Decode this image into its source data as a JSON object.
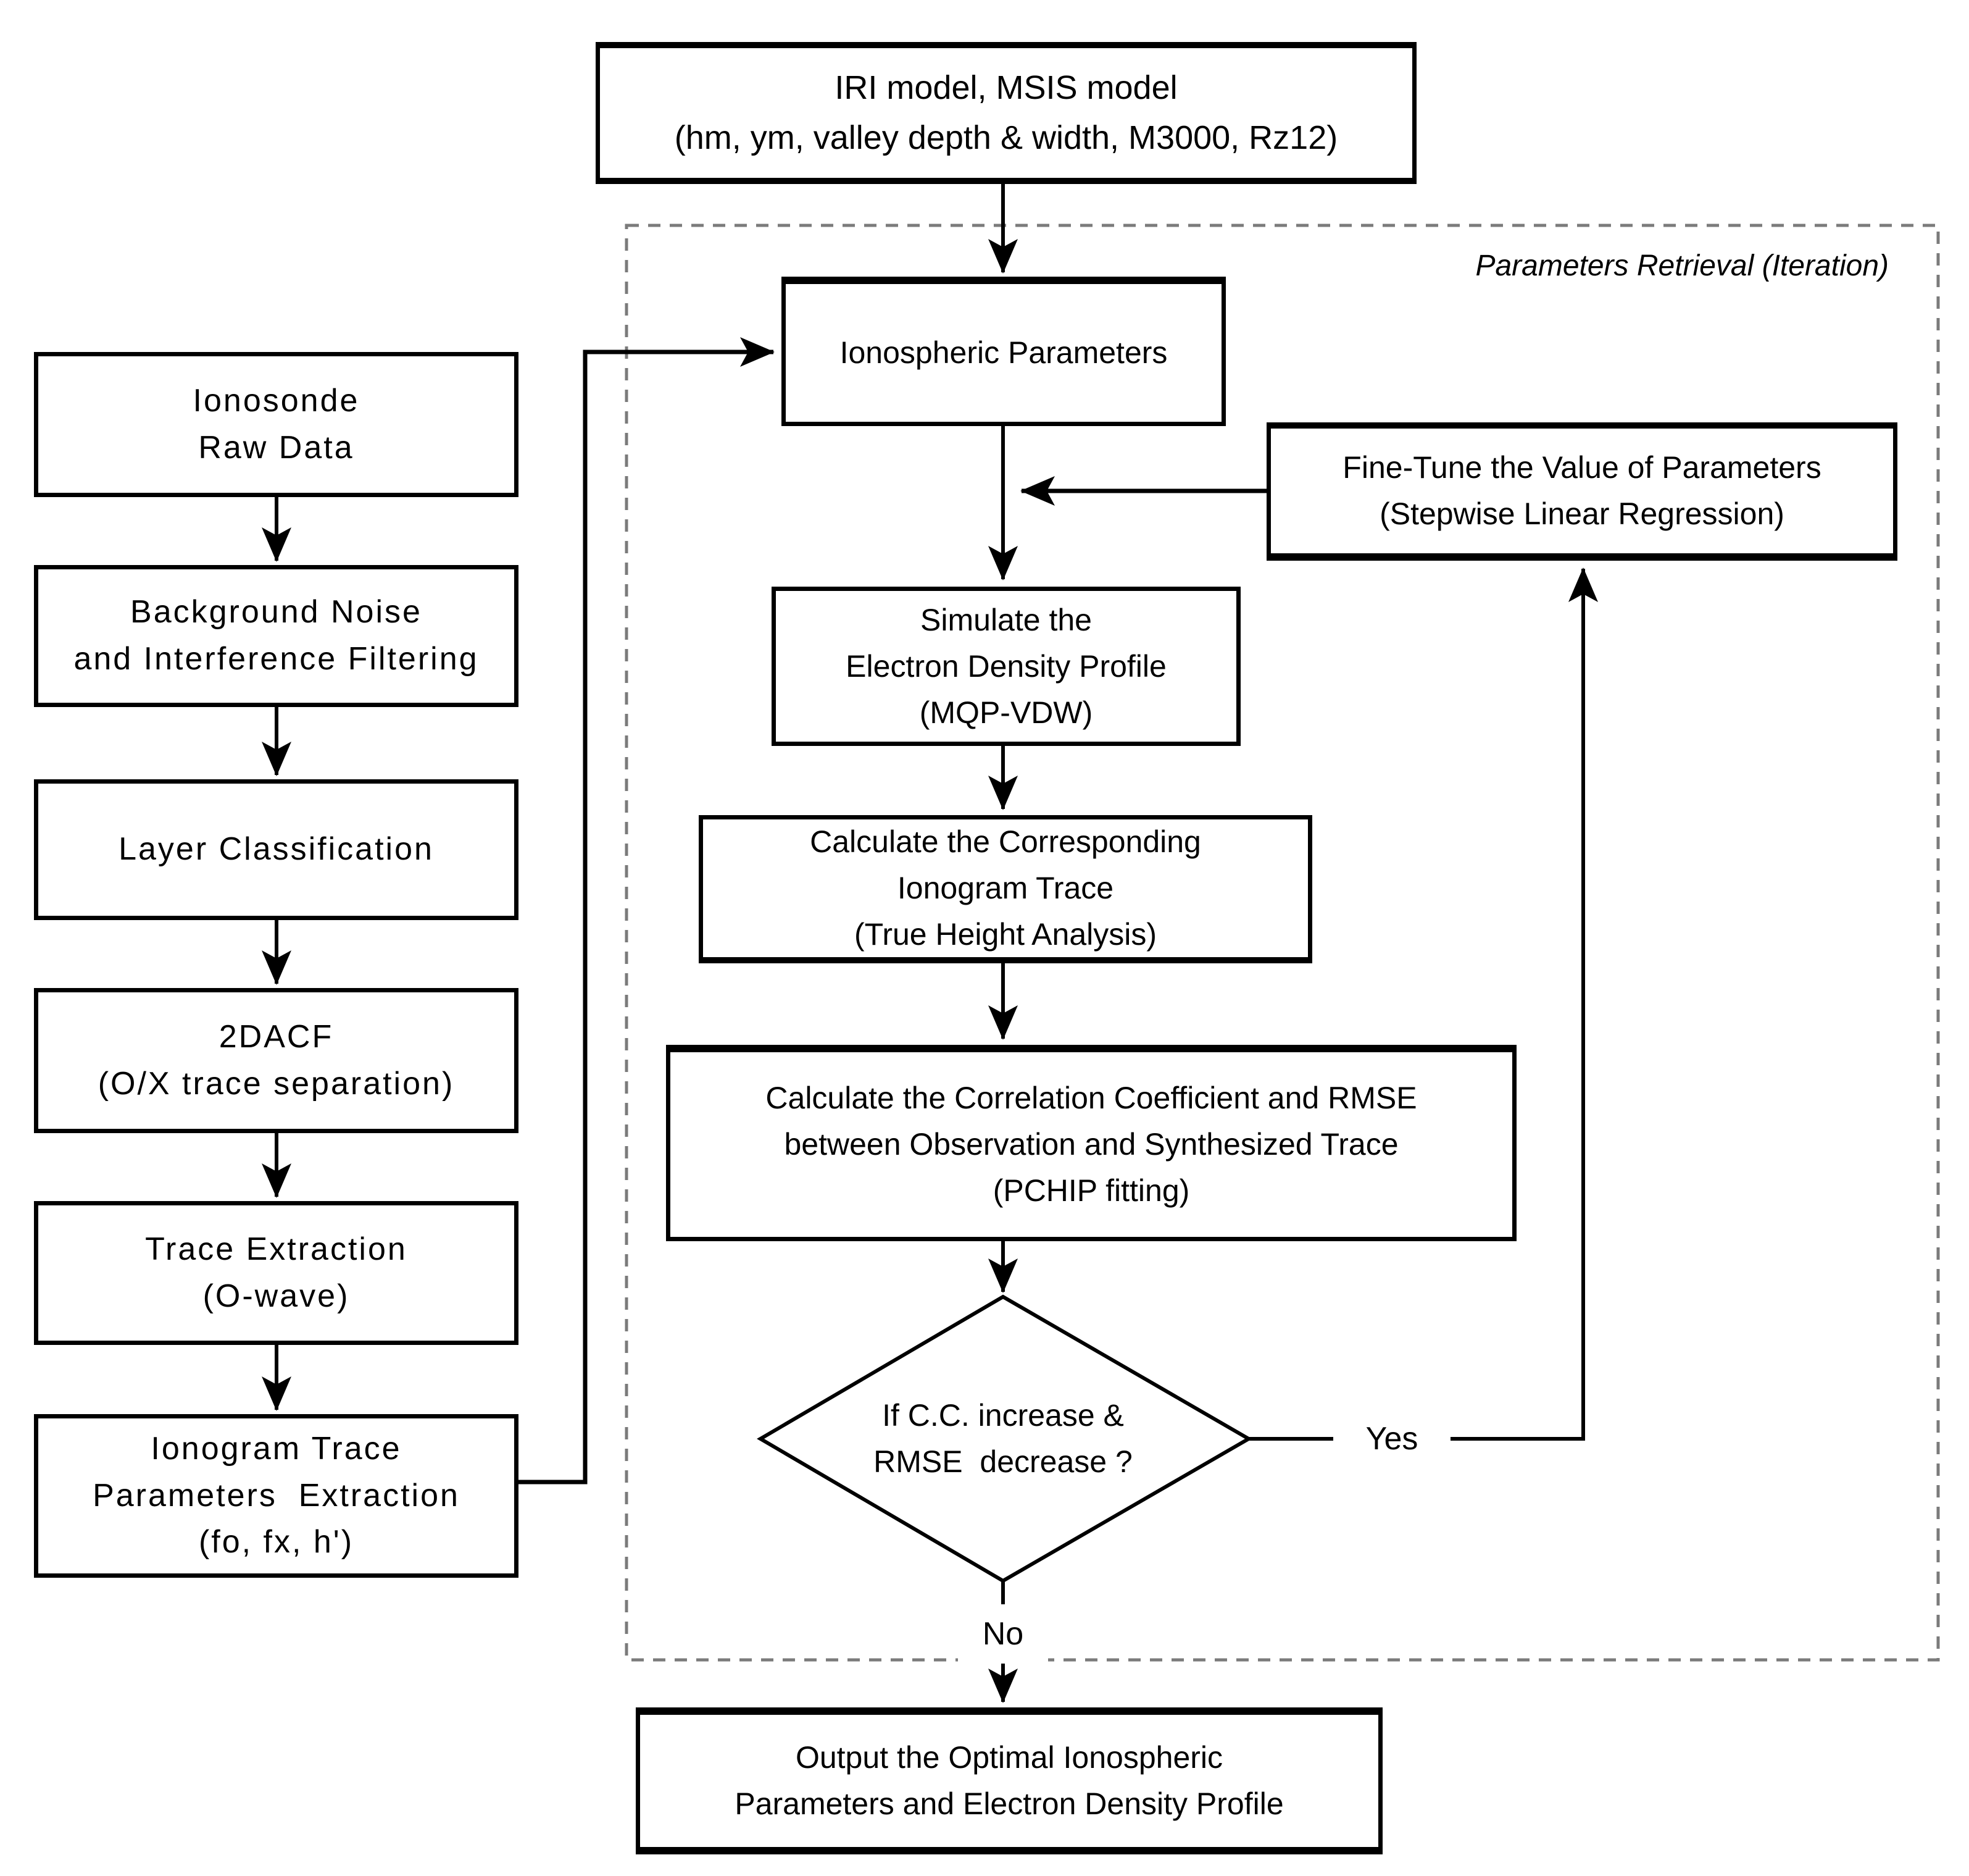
{
  "diagram": {
    "region_label": "Parameters Retrieval (Iteration)",
    "top_box": {
      "label": "IRI model, MSIS model\n(hm, ym, valley depth & width, M3000, Rz12)"
    },
    "left_flow": [
      {
        "id": "ionosonde-raw-data",
        "label": "Ionosonde\nRaw Data"
      },
      {
        "id": "background-noise-filtering",
        "label": "Background Noise\nand Interference Filtering"
      },
      {
        "id": "layer-classification",
        "label": "Layer Classification"
      },
      {
        "id": "2dacf",
        "label": "2DACF\n(O/X trace separation)"
      },
      {
        "id": "trace-extraction",
        "label": "Trace Extraction\n(O-wave)"
      },
      {
        "id": "ionogram-trace-parameters-extraction",
        "label": "Ionogram Trace\nParameters  Extraction\n(fo, fx, h')"
      }
    ],
    "iteration": {
      "ionospheric_parameters": {
        "label": "Ionospheric Parameters"
      },
      "fine_tune": {
        "label": "Fine-Tune the Value of Parameters\n(Stepwise Linear Regression)"
      },
      "simulate_profile": {
        "label": "Simulate the\nElectron Density Profile\n(MQP-VDW)"
      },
      "calculate_trace": {
        "label": "Calculate the Corresponding\nIonogram Trace\n(True Height Analysis)"
      },
      "calculate_cc_rmse": {
        "label": "Calculate the Correlation Coefficient and RMSE\nbetween Observation and Synthesized Trace\n(PCHIP fitting)"
      },
      "decision": {
        "label": "If C.C. increase &\nRMSE  decrease ?"
      },
      "edge_labels": {
        "yes": "Yes",
        "no": "No"
      }
    },
    "output_box": {
      "label": "Output the Optimal Ionospheric\nParameters and Electron Density Profile"
    },
    "colors": {
      "line": "#000000",
      "dashed_border": "#7b7b7b",
      "background": "#ffffff"
    }
  }
}
